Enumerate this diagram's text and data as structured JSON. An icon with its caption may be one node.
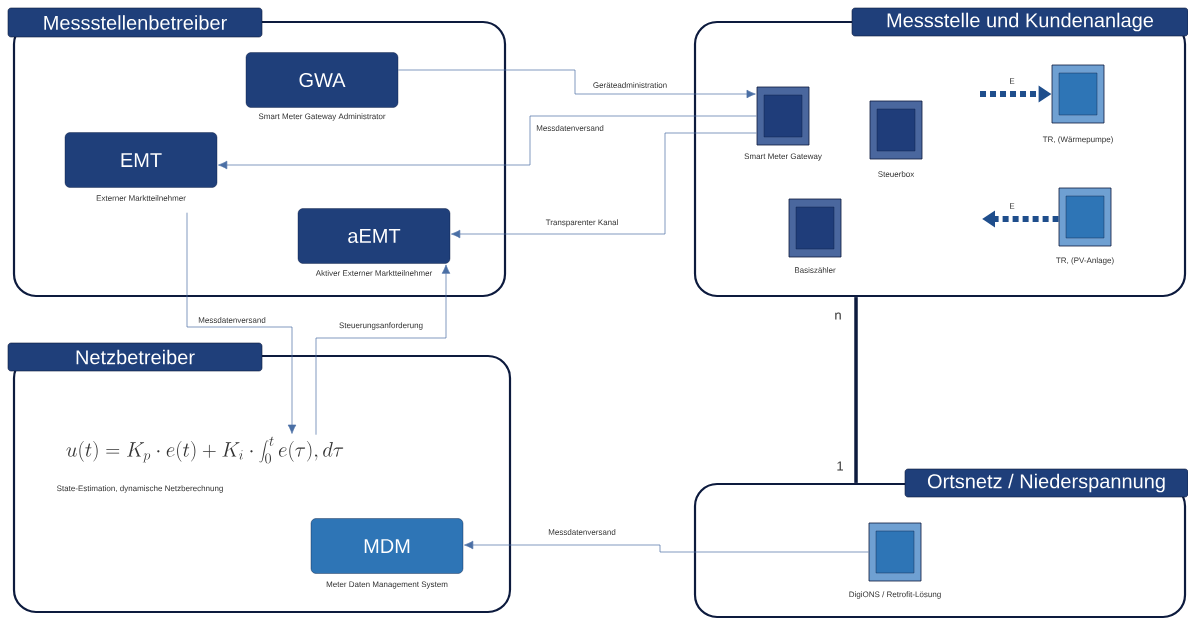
{
  "diagram": {
    "nodes": [
      {
        "text": [
          "Messstellenbetreiber"
        ]
      },
      {
        "text": [
          "GWA"
        ],
        "in": 0,
        "beside": [
          "Smart Meter Gateway Administrator"
        ]
      },
      {
        "text": [
          "EMT"
        ],
        "in": 0,
        "beside": [
          "Externer Marktteilnehmer"
        ]
      },
      {
        "text": [
          "aEMT"
        ],
        "in": 0,
        "beside": [
          "Aktiver Externer Marktteilnehmer"
        ]
      },
      {
        "text": [
          "Messstelle und Kundenanlage"
        ]
      },
      {
        "text": [],
        "shape": "box",
        "in": 4,
        "beside": [
          "Smart Meter Gateway"
        ]
      },
      {
        "text": [],
        "shape": "box",
        "in": 4,
        "beside": [
          "Steuerbox"
        ]
      },
      {
        "text": [],
        "shape": "box",
        "in": 4,
        "beside": [
          "TR, (Wärmepumpe)"
        ]
      },
      {
        "text": [],
        "shape": "box",
        "in": 4,
        "beside": [
          "Basiszähler"
        ]
      },
      {
        "text": [],
        "shape": "box",
        "in": 4,
        "beside": [
          "TR, (PV-Anlage)"
        ]
      },
      {
        "text": [
          "Netzbetreiber"
        ]
      },
      {
        "text": [
          "u(t) = K_p \\cdot e(t) + K_i \\cdot \\int_0^t e(\\tau), d\\tau"
        ],
        "in": 10,
        "beside": [
          "State-Estimation, dynamische Netzberechnung"
        ]
      },
      {
        "text": [
          "MDM"
        ],
        "in": 10,
        "beside": [
          "Meter Daten Management System"
        ]
      },
      {
        "text": [
          "Ortsnetz / Niederspannung"
        ]
      },
      {
        "text": [],
        "shape": "box",
        "in": 13,
        "beside": [
          "DigiONS / Retrofit-Lösung"
        ]
      }
    ],
    "edges": [
      {
        "from": 1,
        "to": 5,
        "arrow": "to",
        "label": "Geräteadministration"
      },
      {
        "from": 5,
        "to": 2,
        "arrow": "to",
        "label": "Messdatenversand"
      },
      {
        "from": 5,
        "to": 3,
        "arrow": "to",
        "label": "Transparenter Kanal"
      },
      {
        "from": 2,
        "to": 11,
        "arrow": "to",
        "label": "Messdatenversand"
      },
      {
        "from": 11,
        "to": 3,
        "arrow": "to",
        "label": "Steuerungsanforderung"
      },
      {
        "from": 14,
        "to": 12,
        "arrow": "to",
        "label": "Messdatenversand"
      },
      {
        "from": null,
        "to": 7,
        "arrow": "to",
        "label": "E",
        "style": "dashed",
        "color": "#1f4e8c"
      },
      {
        "from": 9,
        "to": null,
        "arrow": "to",
        "label": "E",
        "style": "dashed",
        "color": "#1f4e8c"
      },
      {
        "from": 4,
        "to": 13,
        "arrow": "none",
        "style": "thick",
        "color": "#0d1b3e"
      }
    ],
    "labels": [
      "n",
      "1"
    ]
  }
}
